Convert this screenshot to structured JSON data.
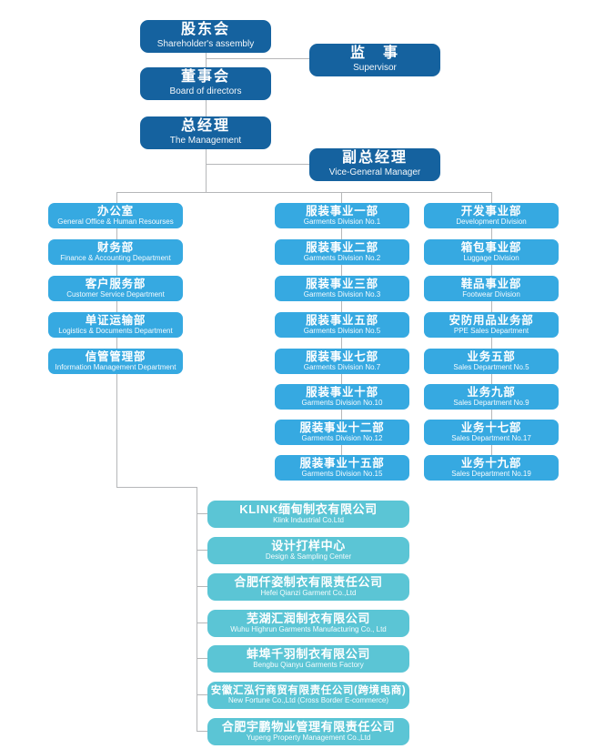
{
  "chart": {
    "title": "Organization Chart",
    "colors": {
      "top_level": "#15629f",
      "department": "#36a9e1",
      "subsidiary": "#5bc5d5",
      "connector": "#b6b7b9",
      "background": "#ffffff"
    }
  },
  "top": {
    "shareholders": {
      "cn": "股东会",
      "en": "Shareholder's assembly"
    },
    "supervisor": {
      "cn": "监　事",
      "en": "Supervisor"
    },
    "board": {
      "cn": "董事会",
      "en": "Board of directors"
    },
    "management": {
      "cn": "总经理",
      "en": "The Management"
    },
    "vice_manager": {
      "cn": "副总经理",
      "en": "Vice-General Manager"
    }
  },
  "columns": {
    "left": [
      {
        "cn": "办公室",
        "en": "General Office & Human Resourses"
      },
      {
        "cn": "财务部",
        "en": "Finance & Accounting Department"
      },
      {
        "cn": "客户服务部",
        "en": "Customer Service Department"
      },
      {
        "cn": "单证运输部",
        "en": "Logistics & Documents Department"
      },
      {
        "cn": "信管管理部",
        "en": "Information Management Department"
      }
    ],
    "middle": [
      {
        "cn": "服装事业一部",
        "en": "Garments Division No.1"
      },
      {
        "cn": "服装事业二部",
        "en": "Garments Division No.2"
      },
      {
        "cn": "服装事业三部",
        "en": "Garments Division No.3"
      },
      {
        "cn": "服装事业五部",
        "en": "Garments Division No.5"
      },
      {
        "cn": "服装事业七部",
        "en": "Garments Division No.7"
      },
      {
        "cn": "服装事业十部",
        "en": "Garments Division No.10"
      },
      {
        "cn": "服装事业十二部",
        "en": "Garments Division No.12"
      },
      {
        "cn": "服装事业十五部",
        "en": "Garments Division No.15"
      }
    ],
    "right": [
      {
        "cn": "开发事业部",
        "en": "Development Division"
      },
      {
        "cn": "箱包事业部",
        "en": "Luggage Division"
      },
      {
        "cn": "鞋品事业部",
        "en": "Footwear Division"
      },
      {
        "cn": "安防用品业务部",
        "en": "PPE Sales Department"
      },
      {
        "cn": "业务五部",
        "en": "Sales Department No.5"
      },
      {
        "cn": "业务九部",
        "en": "Sales Department No.9"
      },
      {
        "cn": "业务十七部",
        "en": "Sales Department No.17"
      },
      {
        "cn": "业务十九部",
        "en": "Sales Department No.19"
      }
    ]
  },
  "subsidiaries": [
    {
      "cn": "KLINK缅甸制衣有限公司",
      "en": "Klink Industrial Co.Ltd"
    },
    {
      "cn": "设计打样中心",
      "en": "Design & Sampling Center"
    },
    {
      "cn": "合肥仟姿制衣有限责任公司",
      "en": "Hefei Qianzi Garment Co.,Ltd"
    },
    {
      "cn": "芜湖汇润制衣有限公司",
      "en": "Wuhu Highrun Garments Manufacturing Co., Ltd"
    },
    {
      "cn": "蚌埠千羽制衣有限公司",
      "en": "Bengbu Qianyu Garments Factory"
    },
    {
      "cn": "安徽汇泓行商贸有限责任公司(跨境电商)",
      "en": "New Fortune Co.,Ltd (Cross Border E-commerce)"
    },
    {
      "cn": "合肥宇鹏物业管理有限责任公司",
      "en": "Yupeng Property Management Co.,Ltd"
    }
  ]
}
